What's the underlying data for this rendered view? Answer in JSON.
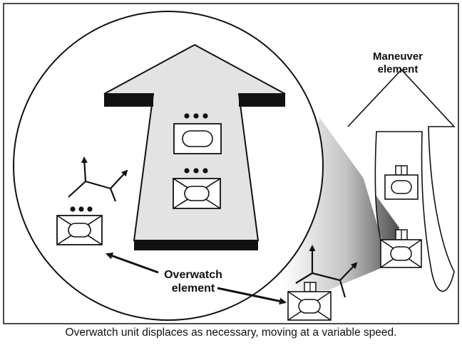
{
  "labels": {
    "maneuver_line1": "Maneuver",
    "maneuver_line2": "element",
    "overwatch_line1": "Overwatch",
    "overwatch_line2": "element"
  },
  "caption": "Overwatch unit displaces as necessary, moving at a variable speed."
}
